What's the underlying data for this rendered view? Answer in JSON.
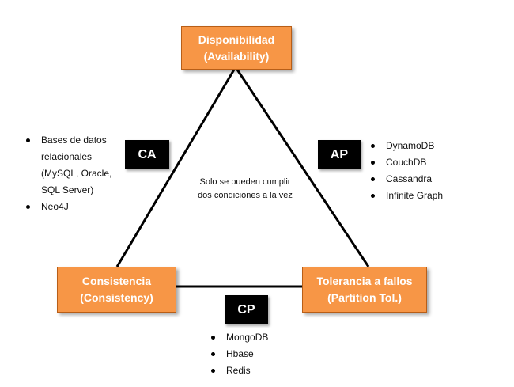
{
  "nodes": {
    "availability": {
      "line1": "Disponibilidad",
      "line2": "(Availability)"
    },
    "consistency": {
      "line1": "Consistencia",
      "line2": "(Consistency)"
    },
    "partition_tolerance": {
      "line1": "Tolerancia a fallos",
      "line2": "(Partition Tol.)"
    }
  },
  "tags": {
    "ca": "CA",
    "ap": "AP",
    "cp": "CP"
  },
  "center_note": "Solo se pueden cumplir dos condiciones a la vez",
  "lists": {
    "ca": [
      "Bases de datos relacionales (MySQL, Oracle, SQL Server)",
      "Neo4J"
    ],
    "ap": [
      "DynamoDB",
      "CouchDB",
      "Cassandra",
      "Infinite Graph"
    ],
    "cp": [
      "MongoDB",
      "Hbase",
      "Redis"
    ]
  },
  "colors": {
    "node_fill": "#f79646",
    "node_border": "#b85e17",
    "node_text": "#ffffff",
    "tag_fill": "#000000",
    "tag_text": "#ffffff",
    "edge": "#000000"
  }
}
